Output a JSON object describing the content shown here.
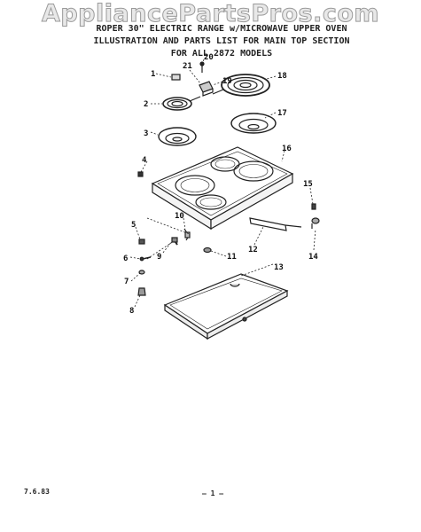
{
  "watermark": "AppliancePartsPros.com",
  "title": {
    "line1": "ROPER 30\" ELECTRIC RANGE w/MICROWAVE UPPER OVEN",
    "line2": "ILLUSTRATION AND PARTS LIST FOR MAIN TOP SECTION",
    "line3": "FOR ALL 2872 MODELS"
  },
  "callouts": {
    "c1": "1",
    "c2": "2",
    "c3": "3",
    "c4": "4",
    "c5": "5",
    "c6": "6",
    "c7": "7",
    "c8": "8",
    "c9": "9",
    "c10": "10",
    "c11": "11",
    "c12": "12",
    "c13": "13",
    "c14": "14",
    "c15": "15",
    "c16": "16",
    "c17": "17",
    "c18": "18",
    "c19": "19",
    "c20": "20",
    "c21": "21"
  },
  "footer": {
    "date": "7.6.83",
    "page": "– 1 –"
  }
}
